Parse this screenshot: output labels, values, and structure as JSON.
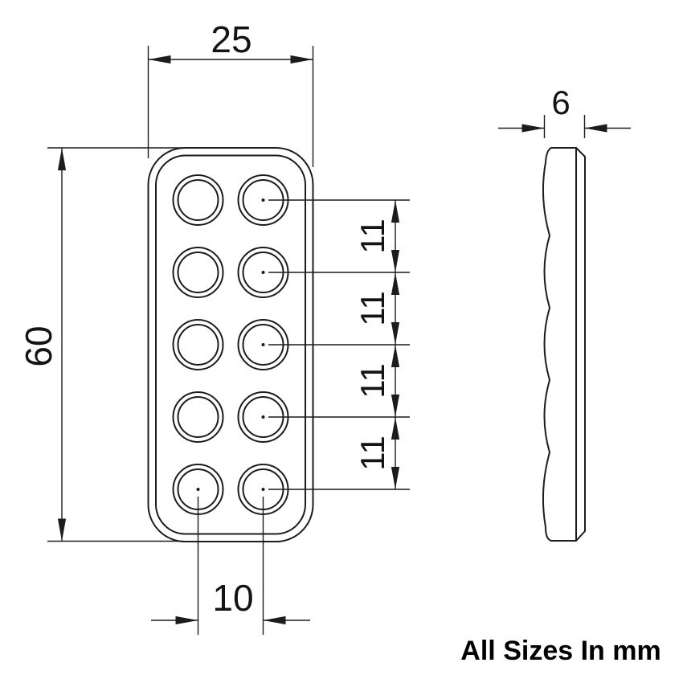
{
  "drawing": {
    "note": "All Sizes In mm",
    "front_view": {
      "width_label": "25",
      "height_label": "60",
      "hole_spacing_label": "10",
      "row_pitch_labels": [
        "11",
        "11",
        "11",
        "11"
      ],
      "hole_rows": 5,
      "hole_cols": 2
    },
    "side_view": {
      "thickness_label": "6"
    },
    "colors": {
      "line": "#1c1c1c",
      "background": "#ffffff"
    }
  }
}
